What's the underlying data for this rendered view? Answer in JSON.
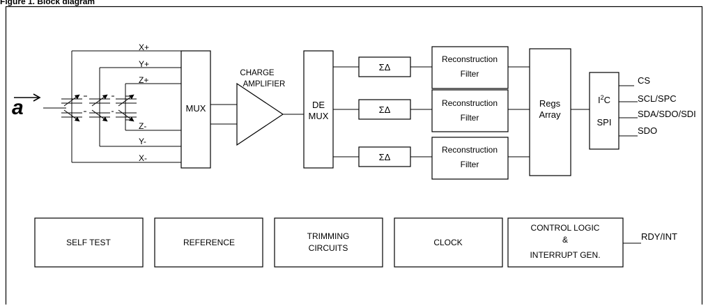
{
  "figure": {
    "caption": "Figure 1. Block diagram"
  },
  "sensor": {
    "label": "a"
  },
  "axes": {
    "x_plus": "X+",
    "y_plus": "Y+",
    "z_plus": "Z+",
    "z_minus": "Z-",
    "y_minus": "Y-",
    "x_minus": "X-"
  },
  "mux": {
    "label": "MUX"
  },
  "charge_amp": {
    "line1": "CHARGE",
    "line2": "AMPLIFIER"
  },
  "demux": {
    "line1": "DE",
    "line2": "MUX"
  },
  "sigma_delta": {
    "label": "ΣΔ"
  },
  "filters": [
    {
      "line1": "Reconstruction",
      "line2": "Filter"
    },
    {
      "line1": "Reconstruction",
      "line2": "Filter"
    },
    {
      "line1": "Reconstruction",
      "line2": "Filter"
    }
  ],
  "regs": {
    "line1": "Regs",
    "line2": "Array"
  },
  "iface": {
    "i2c": "I",
    "i2c_sup": "2",
    "i2c_suffix": "C",
    "spi": "SPI"
  },
  "pins": {
    "cs": "CS",
    "scl": "SCL/SPC",
    "sda": "SDA/SDO/SDI",
    "sdo": "SDO",
    "rdy": "RDY/INT"
  },
  "bottom": {
    "self_test": "SELF TEST",
    "reference": "REFERENCE",
    "trimming_1": "TRIMMING",
    "trimming_2": "CIRCUITS",
    "clock": "CLOCK",
    "control_1": "CONTROL LOGIC",
    "control_2": "&",
    "control_3": "INTERRUPT GEN."
  }
}
